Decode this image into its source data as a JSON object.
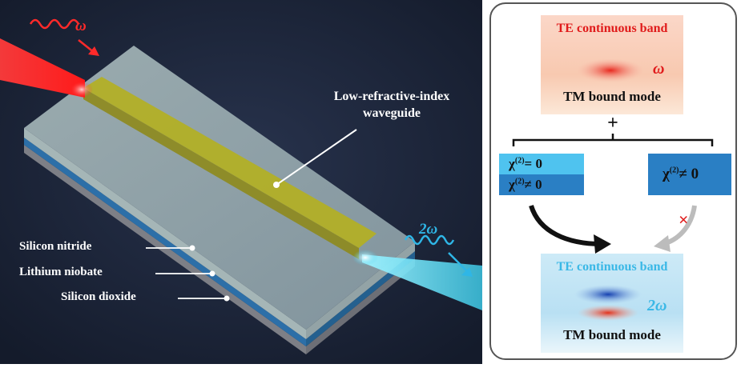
{
  "scene": {
    "waveguide_label": [
      "Low-refractive-index",
      "waveguide"
    ],
    "layer_labels": [
      "Silicon nitride",
      "Lithium niobate",
      "Silicon dioxide"
    ],
    "input_frequency": "ω",
    "output_frequency": "2ω",
    "colors": {
      "background": "#1a2236",
      "input_beam": "#ff2a2a",
      "output_beam": "#3fd0ee",
      "waveguide_strip": "#b3b023",
      "layer_nitride": "#8fa3a4",
      "layer_niobate": "#2c6fa8",
      "layer_dioxide": "#7d7f86"
    }
  },
  "panel": {
    "top_box": {
      "title": "TE continuous band",
      "mode": "TM bound mode",
      "frequency": "ω",
      "colors": {
        "title": "#e01b1b",
        "frequency": "#e01b1b",
        "mode": "#111111"
      }
    },
    "plus": "+",
    "left_option": {
      "top": {
        "symbol": "χ",
        "superscript": "(2)",
        "relation": "= 0"
      },
      "bottom": {
        "symbol": "χ",
        "superscript": "(2)",
        "relation": "≠ 0"
      }
    },
    "right_option": {
      "symbol": "χ",
      "superscript": "(2)",
      "relation": "≠ 0"
    },
    "blocked_mark": "×",
    "bottom_box": {
      "title": "TE continuous band",
      "mode": "TM bound mode",
      "frequency": "2ω",
      "colors": {
        "title": "#3ab8e6",
        "frequency": "#3ab8e6",
        "mode": "#111111"
      }
    }
  }
}
